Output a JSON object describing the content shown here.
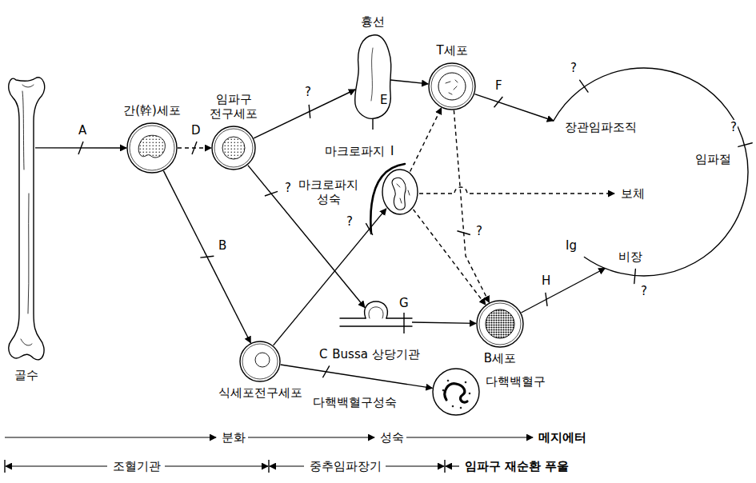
{
  "diagram": {
    "nodes": [
      {
        "text": [
          "골수"
        ]
      },
      {
        "text": [
          "간(幹)세포"
        ]
      },
      {
        "text": [
          "임파구 전구세포"
        ]
      },
      {
        "text": [
          "흉선"
        ]
      },
      {
        "text": [
          "T세포"
        ]
      },
      {
        "text": [
          "마크로파지"
        ]
      },
      {
        "text": [
          "Bussa 상당기관"
        ]
      },
      {
        "text": [
          "B세포"
        ]
      },
      {
        "text": [
          "식세포전구세포"
        ]
      },
      {
        "text": [
          "다핵백혈구"
        ]
      },
      {
        "text": [
          "장관임파조직",
          "임파절",
          "비장"
        ]
      }
    ],
    "edges": [
      {
        "from": 0,
        "to": 1,
        "arrow": "to",
        "label": "A"
      },
      {
        "from": 1,
        "to": 2,
        "arrow": "to",
        "label": "D"
      },
      {
        "from": 1,
        "to": 8,
        "arrow": "to",
        "label": "B"
      },
      {
        "from": 2,
        "to": 3,
        "arrow": "to",
        "label": "?"
      },
      {
        "from": 3,
        "to": 4,
        "arrow": "to"
      },
      {
        "from": 2,
        "to": 6,
        "arrow": "to",
        "label": "?"
      },
      {
        "from": 6,
        "to": 7,
        "arrow": "to"
      },
      {
        "from": 8,
        "to": 5,
        "arrow": "to",
        "label": "마크로파지 성숙"
      },
      {
        "from": 8,
        "to": 9,
        "arrow": "to",
        "label": "C"
      },
      {
        "from": 5,
        "to": 4,
        "arrow": "to"
      },
      {
        "from": 5,
        "to": 7,
        "arrow": "to"
      },
      {
        "from": 4,
        "to": 7,
        "arrow": "to",
        "label": "?"
      },
      {
        "from": 4,
        "to": 10,
        "arrow": "to",
        "label": "F"
      },
      {
        "from": 7,
        "to": 10,
        "arrow": "to",
        "label": "H"
      }
    ],
    "labels": [
      "E",
      "G",
      "I",
      "?",
      "?",
      "?",
      "?",
      "Ig",
      "보체",
      "다핵백혈구성숙",
      "분화",
      "성숙",
      "메지에터",
      "조혈기관",
      "중추임파장기",
      "임파구 재순환 푸울"
    ]
  }
}
